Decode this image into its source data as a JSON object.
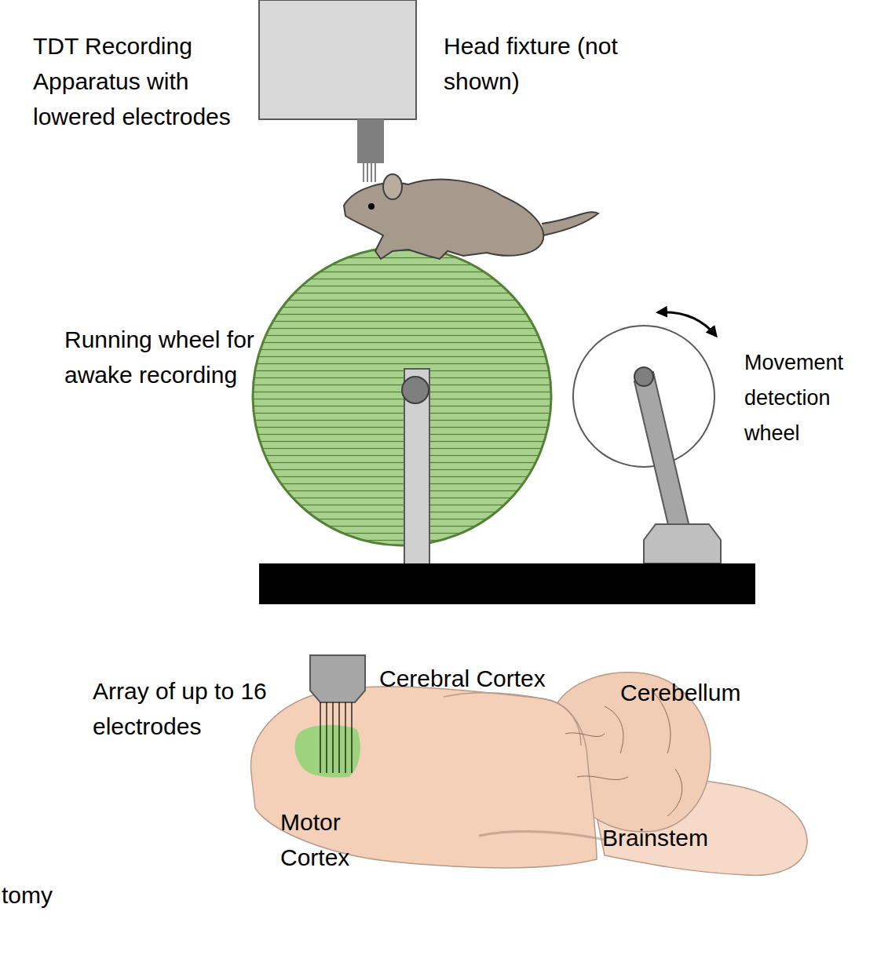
{
  "diagram": {
    "labels": [
      "TDT Recording Apparatus with lowered electrodes",
      "Head fixture (not shown)",
      "Running wheel for awake recording",
      "Movement detection wheel",
      "Array of up to 16 electrodes",
      "Cerebral Cortex",
      "Cerebellum",
      "Motor Cortex",
      "Brainstem",
      "tomy"
    ]
  }
}
